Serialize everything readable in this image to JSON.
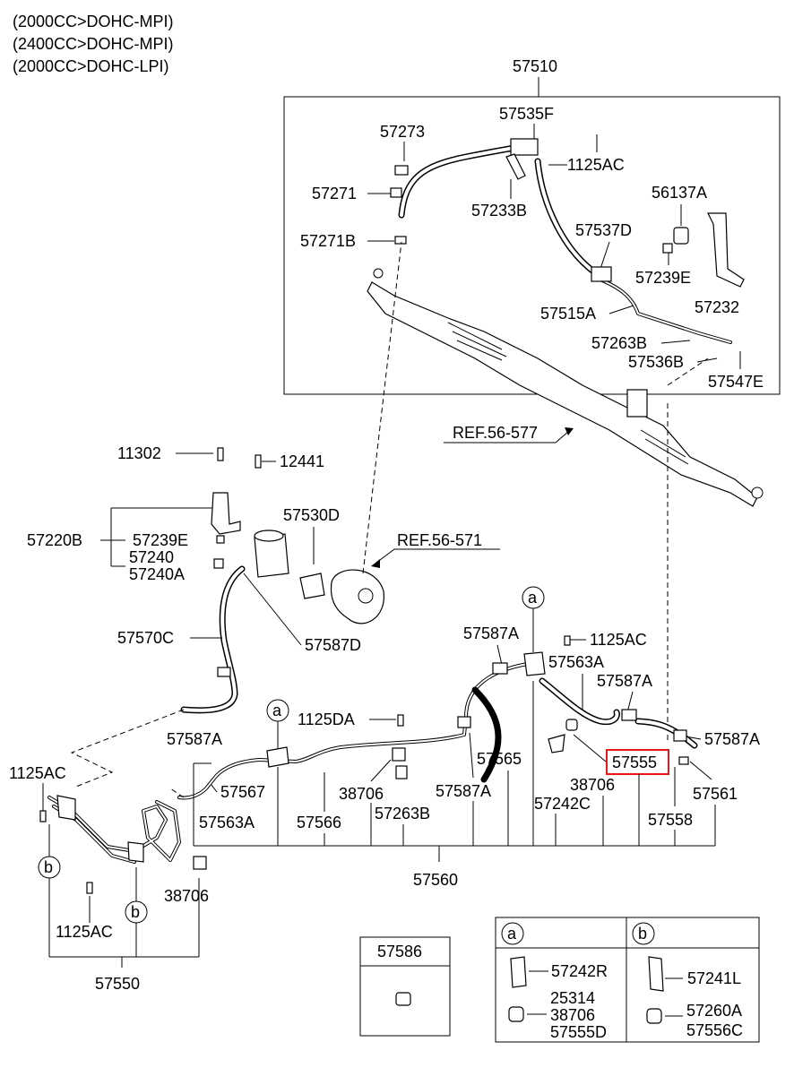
{
  "header": {
    "lines": [
      "(2000CC>DOHC-MPI)",
      "(2400CC>DOHC-MPI)",
      "(2000CC>DOHC-LPI)"
    ]
  },
  "labels": {
    "p57510": "57510",
    "p57535F": "57535F",
    "p57273": "57273",
    "p1125AC_top": "1125AC",
    "p57271": "57271",
    "p57233B": "57233B",
    "p56137A": "56137A",
    "p57271B": "57271B",
    "p57537D": "57537D",
    "p57239E_top": "57239E",
    "p57232": "57232",
    "p57515A": "57515A",
    "p57263B_top": "57263B",
    "p57536B": "57536B",
    "p57547E": "57547E",
    "ref56577": "REF.56-577",
    "p11302": "11302",
    "p12441": "12441",
    "p57530D": "57530D",
    "p57220B": "57220B",
    "p57239E_mid": "57239E",
    "p57240": "57240",
    "p57240A": "57240A",
    "ref56571": "REF.56-571",
    "p57570C": "57570C",
    "p57587D": "57587D",
    "p57587A_1": "57587A",
    "p1125AC_mid": "1125AC",
    "p57563A_1": "57563A",
    "p57587A_2": "57587A",
    "p1125DA": "1125DA",
    "p57587A_3": "57587A",
    "p57587A_4": "57587A",
    "p57555": "57555",
    "p1125AC_left": "1125AC",
    "p57567": "57567",
    "p57565": "57565",
    "p38706_1": "38706",
    "p38706_2": "38706",
    "p57561": "57561",
    "p57587A_5": "57587A",
    "p57242C": "57242C",
    "p57563A_2": "57563A",
    "p57566": "57566",
    "p57263B_mid": "57263B",
    "p57558": "57558",
    "p57560": "57560",
    "p38706_3": "38706",
    "p1125AC_bot": "1125AC",
    "p57550": "57550",
    "p57586": "57586"
  },
  "circle_markers": {
    "a": "a",
    "b": "b"
  },
  "legend": {
    "a_key": "a",
    "b_key": "b",
    "a_items": [
      "57242R",
      "25314",
      "38706",
      "57555D"
    ],
    "b_items": [
      "57241L",
      "57260A",
      "57556C"
    ]
  },
  "highlight": {
    "part": "57555",
    "color": "#e8171b"
  }
}
